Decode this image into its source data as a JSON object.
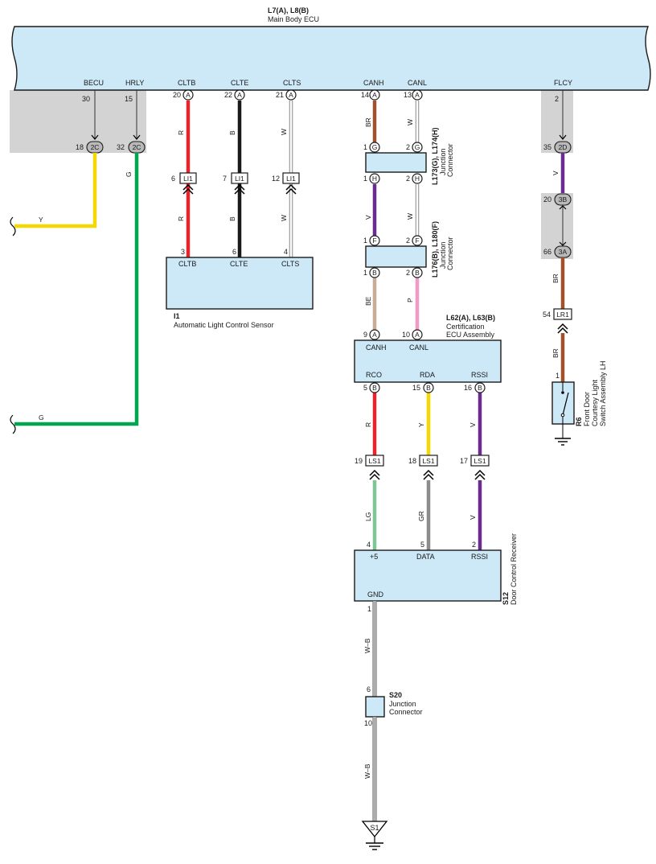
{
  "ecu": {
    "title": "L7(A), L8(B)",
    "subtitle": "Main Body ECU"
  },
  "ecu_pins": {
    "becu": "BECU",
    "hrly": "HRLY",
    "cltb": "CLTB",
    "clte": "CLTE",
    "clts": "CLTS",
    "canh": "CANH",
    "canl": "CANL",
    "flcy": "FLCY"
  },
  "pin_numbers": {
    "becu": "30",
    "hrly": "15",
    "cltb": "20",
    "clte": "22",
    "clts": "21",
    "canh": "14",
    "canl": "13",
    "flcy": "2",
    "j2c_left": "18",
    "j2c_right": "32",
    "j2d": "35",
    "j3b": "20",
    "j3a": "66",
    "lr1": "54",
    "r6": "1",
    "li1_a": "6",
    "li1_b": "7",
    "li1_c": "12",
    "i1_a": "3",
    "i1_b": "6",
    "i1_c": "4",
    "g1": "1",
    "g2": "2",
    "h1": "1",
    "h2": "2",
    "f1": "1",
    "f2": "2",
    "b1": "1",
    "b2": "2",
    "cert_canh": "9",
    "cert_canl": "10",
    "rco": "5",
    "rda": "15",
    "rssi": "16",
    "ls1_a": "19",
    "ls1_b": "18",
    "ls1_c": "17",
    "rx_a": "4",
    "rx_b": "5",
    "rx_c": "2",
    "rx_gnd": "1",
    "s20_in": "6",
    "s20_out": "10"
  },
  "connector_letters": {
    "a": "A",
    "b": "B",
    "g": "G",
    "h": "H",
    "f": "F",
    "j2c": "2C",
    "j2d": "2D",
    "j3b": "3B",
    "j3a": "3A"
  },
  "inline": {
    "li1": "LI1",
    "ls1": "LS1",
    "lr1": "LR1"
  },
  "wire_colors": {
    "y": "Y",
    "g": "G",
    "r": "R",
    "b": "B",
    "w": "W",
    "br": "BR",
    "v": "V",
    "be": "BE",
    "p": "P",
    "lg": "LG",
    "gr": "GR",
    "wb": "W–B"
  },
  "sensor": {
    "id": "I1",
    "name": "Automatic Light Control Sensor",
    "pins": [
      "CLTB",
      "CLTE",
      "CLTS"
    ]
  },
  "jc1": {
    "id": "L173(G), L174(H)",
    "name1": "Junction",
    "name2": "Connector"
  },
  "jc2": {
    "id": "L176(B), L180(F)",
    "name1": "Junction",
    "name2": "Connector"
  },
  "cert": {
    "id": "L62(A), L63(B)",
    "name1": "Certification",
    "name2": "ECU Assembly",
    "top_pins": [
      "CANH",
      "CANL"
    ],
    "bottom_pins": [
      "RCO",
      "RDA",
      "RSSI"
    ]
  },
  "receiver": {
    "id": "S12",
    "name": "Door Control Receiver",
    "top_pins": [
      "+5",
      "DATA",
      "RSSI"
    ],
    "gnd": "GND"
  },
  "s20": {
    "id": "S20",
    "name1": "Junction",
    "name2": "Connector"
  },
  "r6": {
    "id": "R6",
    "name1": "Front Door",
    "name2": "Courtesy Light",
    "name3": "Switch Assembly LH"
  },
  "ground": {
    "label": "S1"
  }
}
